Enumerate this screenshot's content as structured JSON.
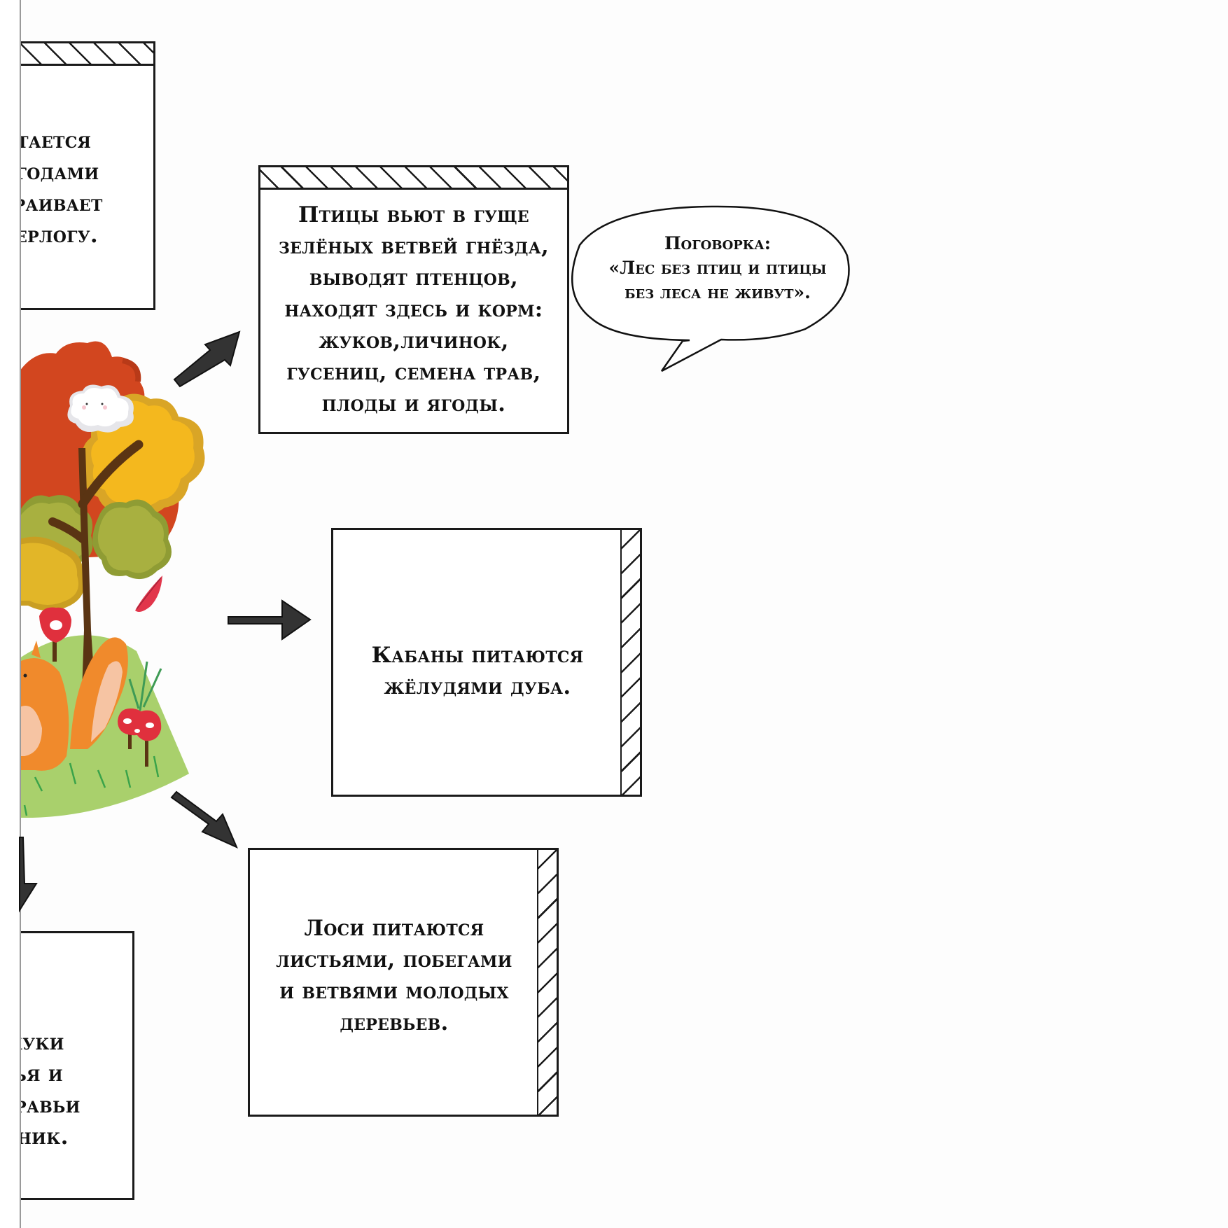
{
  "page": {
    "accent_colors": {
      "ink": "#1a1a1a",
      "arrow_fill": "#333333",
      "foliage_red": "#d2461f",
      "foliage_yellow": "#f2b51c",
      "foliage_olive": "#9aa83a",
      "trunk": "#5a3413",
      "grass": "#a9d06c",
      "squirrel": "#f08a2c",
      "mushroom": "#e0303d"
    }
  },
  "cards": {
    "bear": {
      "lines": [
        "итается",
        "ягодами",
        "траивает",
        "берлогу."
      ]
    },
    "birds": {
      "lines": [
        "Птицы вьют в гуще",
        "зелёных ветвей гнёзда,",
        "выводят птенцов,",
        "находят здесь и корм:",
        "жуков,личинок,",
        "гусениц, семена трав,",
        "плоды и ягоды."
      ]
    },
    "boars": {
      "lines": [
        "Кабаны питаются",
        "жёлудями дуба."
      ]
    },
    "moose": {
      "lines": [
        "Лоси питаются",
        "листьями, побегами",
        "и ветвями молодых",
        "деревьев."
      ]
    },
    "insects": {
      "lines": [
        "жуки",
        "тья и",
        "уравьи",
        "йник."
      ]
    }
  },
  "proverb": {
    "title": "Поговорка:",
    "lines": [
      "«Лес без птиц и птицы",
      "без леса не живут»."
    ]
  },
  "icons": {
    "illustration": "autumn-tree-with-squirrel-and-mushrooms",
    "arrows": [
      "arrow-up-right",
      "arrow-right",
      "arrow-down-right",
      "arrow-down"
    ]
  }
}
